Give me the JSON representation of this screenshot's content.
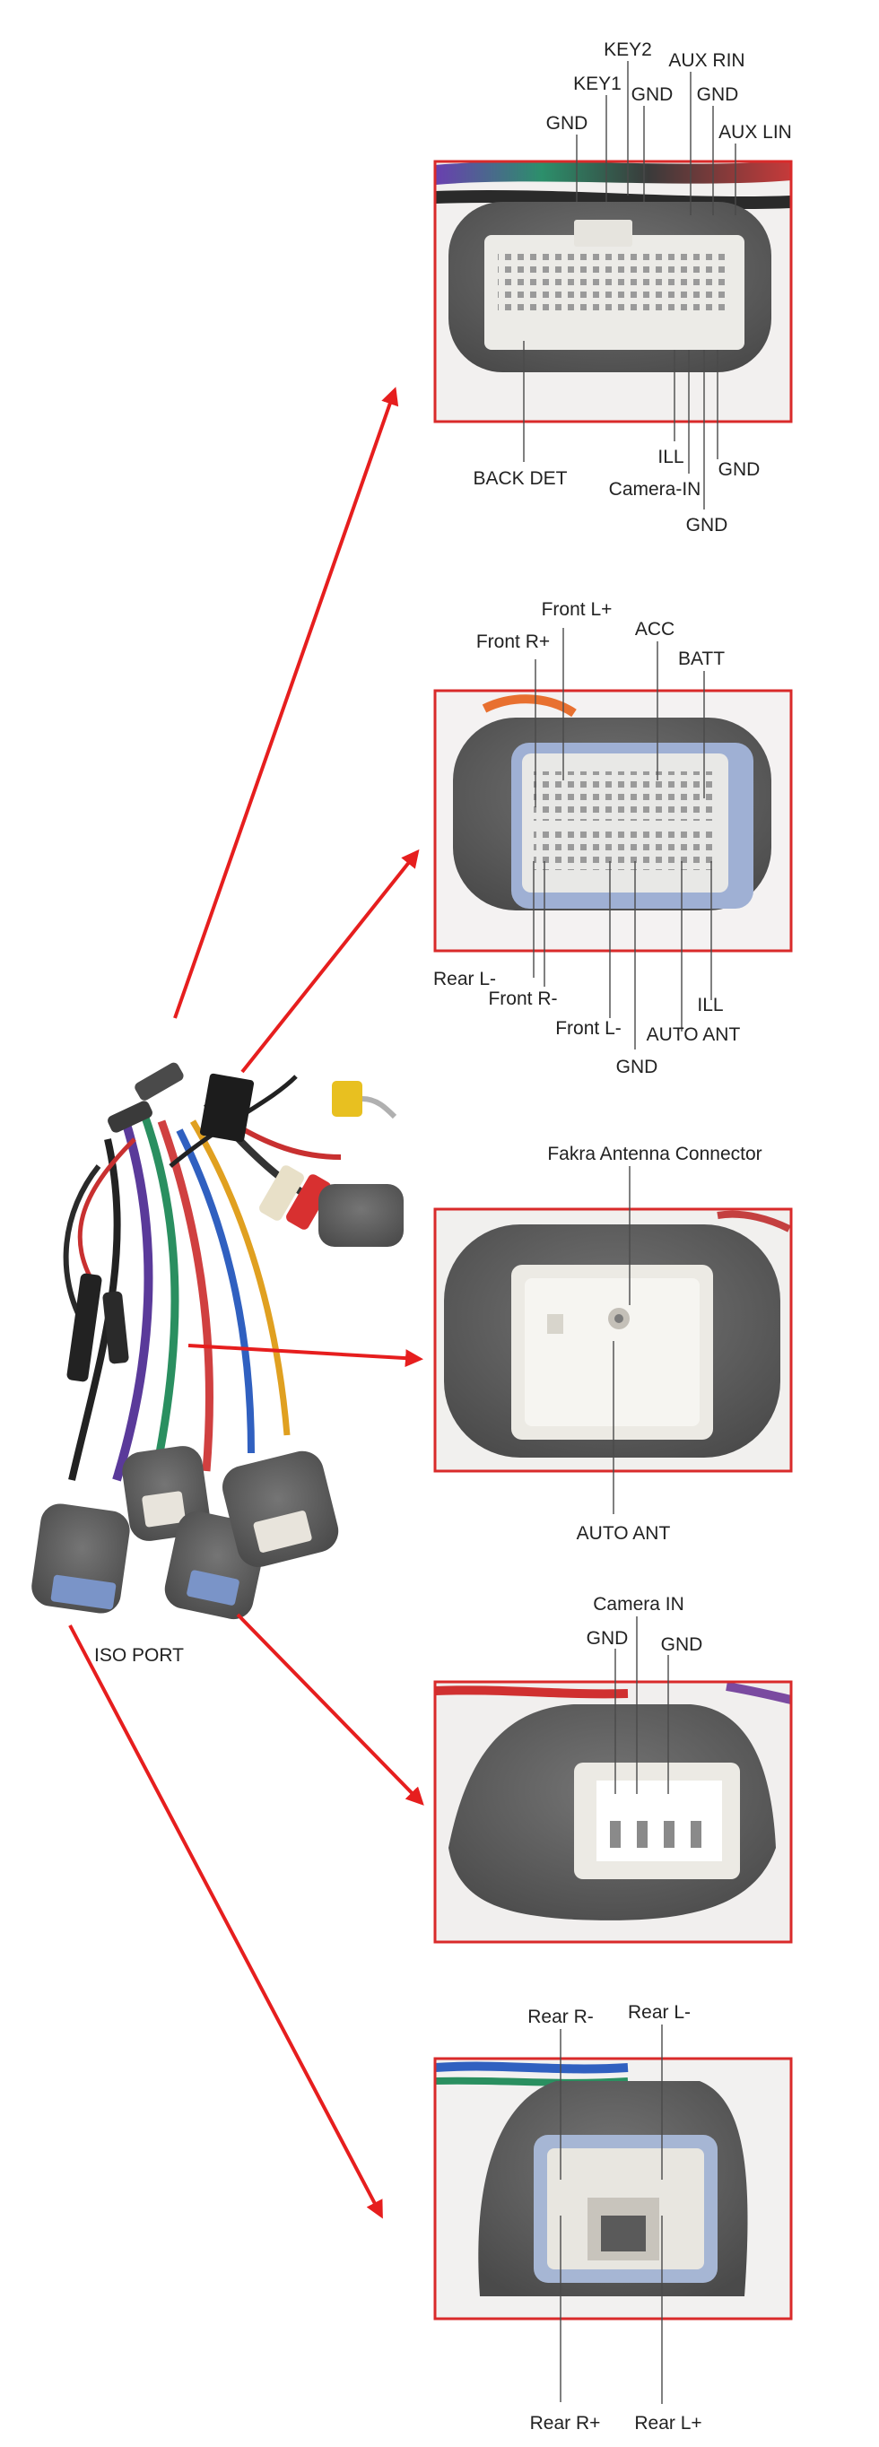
{
  "colors": {
    "frame": "#d92a2a",
    "arrow": "#e61e1e",
    "foam": "#5c5c5c",
    "housing": "#ececea",
    "pin": "#8a8a8a",
    "label": "#222222"
  },
  "harness": {
    "label": "ISO PORT"
  },
  "panels": [
    {
      "id": "connector-1",
      "labels": [
        "KEY2",
        "AUX RIN",
        "KEY1",
        "GND",
        "GND",
        "GND",
        "AUX LIN",
        "BACK DET",
        "ILL",
        "Camera-IN",
        "GND",
        "GND"
      ]
    },
    {
      "id": "connector-2",
      "labels": [
        "Front L+",
        "Front R+",
        "ACC",
        "BATT",
        "Rear L-",
        "Front R-",
        "ILL",
        "Front L-",
        "AUTO ANT",
        "GND"
      ]
    },
    {
      "id": "connector-3",
      "labels": [
        "Fakra Antenna Connector",
        "AUTO ANT"
      ]
    },
    {
      "id": "connector-4",
      "labels": [
        "Camera IN",
        "GND",
        "GND"
      ]
    },
    {
      "id": "connector-5",
      "labels": [
        "Rear R-",
        "Rear L-",
        "Rear R+",
        "Rear L+"
      ]
    }
  ]
}
